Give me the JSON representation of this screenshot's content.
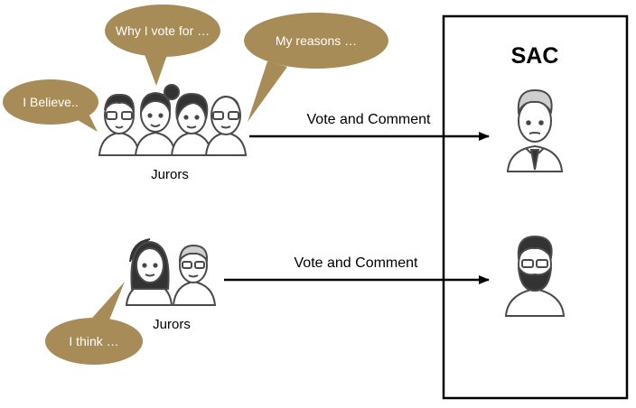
{
  "speech_bubbles": {
    "i_believe": "I Believe..",
    "why_i_vote": "Why I vote for …",
    "my_reasons": "My reasons …",
    "i_think": "I think …"
  },
  "groups": {
    "top_jurors_label": "Jurors",
    "bottom_jurors_label": "Jurors"
  },
  "arrows": {
    "top_label": "Vote and Comment",
    "bottom_label": "Vote and Comment"
  },
  "sac_box": {
    "title": "SAC"
  },
  "colors": {
    "bubble_fill": "#a88c57",
    "bubble_text": "#ffffff",
    "line": "#000000",
    "person_stroke": "#4a4a4a",
    "skin": "#ffffff",
    "hair": "#333333"
  },
  "icons": [
    "juror-woman-icon",
    "juror-man-glasses-icon",
    "juror-bald-glasses-icon",
    "sac-member-tie-icon",
    "sac-member-bearded-icon"
  ]
}
